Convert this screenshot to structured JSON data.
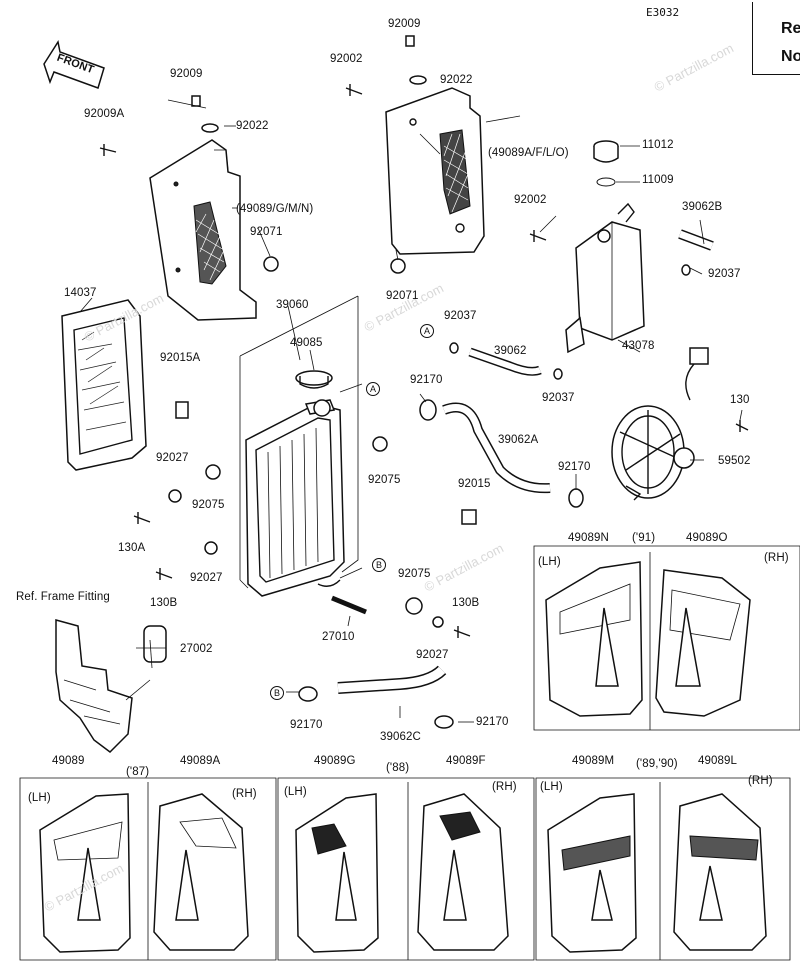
{
  "header": {
    "code": "E3032",
    "ref_line1": "Re",
    "ref_line2": "No"
  },
  "front_label": "FRONT",
  "watermark": "© Partzilla.com",
  "callouts": {
    "a": "A",
    "b": "B"
  },
  "labels": {
    "p92009_left": "92009",
    "p92009A": "92009A",
    "p92022_left": "92022",
    "p49089_GMN": "(49089/G/M/N)",
    "p92071_left": "92071",
    "p92002_top": "92002",
    "p92009_top": "92009",
    "p92022_top": "92022",
    "p49089_AFLO": "(49089A/F/L/O)",
    "p11012": "11012",
    "p11009": "11009",
    "p92002_mid": "92002",
    "p39062B": "39062B",
    "p92037_right": "92037",
    "p92071_mid": "92071",
    "p14037": "14037",
    "p39060": "39060",
    "p92037_mid": "92037",
    "p43078": "43078",
    "p49085": "49085",
    "p39062": "39062",
    "p92015A": "92015A",
    "p92170_top": "92170",
    "p92037_low": "92037",
    "p130_right": "130",
    "p39062A": "39062A",
    "p59502": "59502",
    "p92027_left": "92027",
    "p92075_left": "92075",
    "p92075_mid": "92075",
    "p92170_mid": "92170",
    "p92015": "92015",
    "p130A": "130A",
    "p49089N": "49089N",
    "p91": "('91)",
    "p49089O": "49089O",
    "lh_91": "(LH)",
    "rh_91": "(RH)",
    "p92027_mid": "92027",
    "ref_frame": "Ref. Frame Fitting",
    "p130B_left": "130B",
    "p92075_low": "92075",
    "p130B_right": "130B",
    "p27010": "27010",
    "p27002": "27002",
    "p92027_low": "92027",
    "p92170_low": "92170",
    "p39062C": "39062C",
    "p92170_right": "92170",
    "p49089": "49089",
    "p87": "('87)",
    "p49089A": "49089A",
    "p49089G": "49089G",
    "p88": "('88)",
    "p49089F": "49089F",
    "p49089M": "49089M",
    "p8990": "('89,'90)",
    "p49089L": "49089L",
    "lh_87": "(LH)",
    "rh_87": "(RH)",
    "lh_88": "(LH)",
    "rh_88": "(RH)",
    "lh_89": "(LH)",
    "rh_89": "(RH)"
  }
}
